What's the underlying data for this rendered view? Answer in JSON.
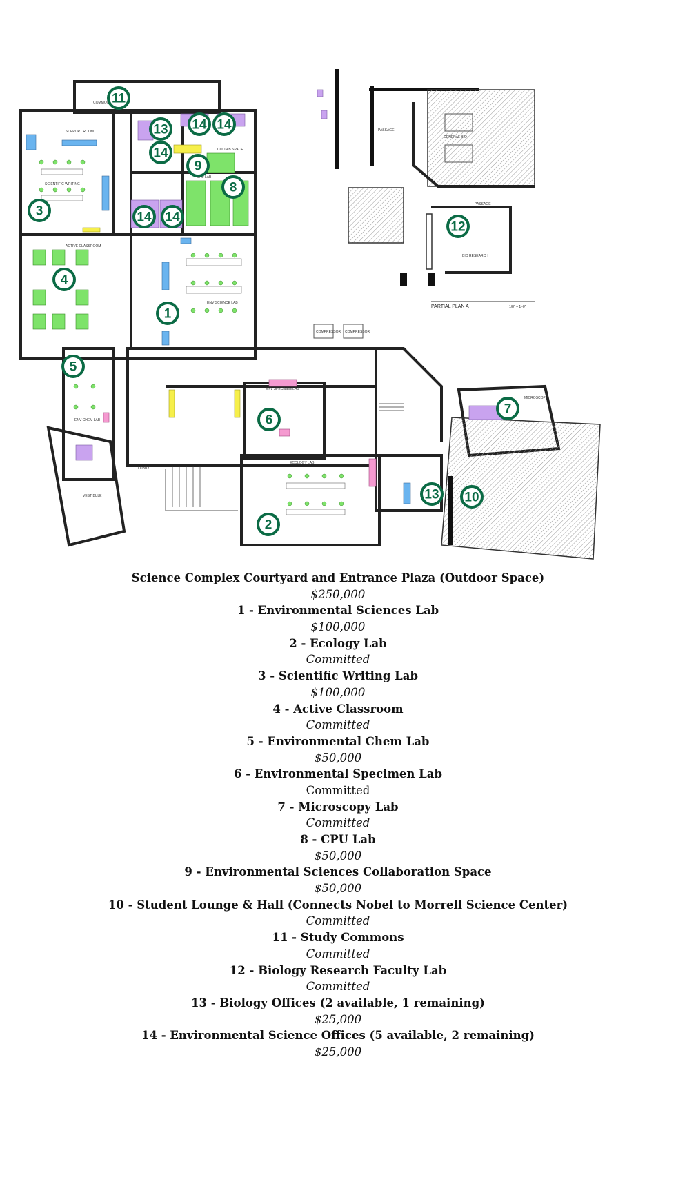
{
  "plan": {
    "partial_plan_label": "PARTIAL PLAN A",
    "scale_label": "1/8\" = 1'-0\"",
    "room_labels": [
      "PASSAGE",
      "GENERAL BIO",
      "PASSAGE",
      "BIO RESEARCH",
      "COMMONS",
      "SUPPORT ROOM",
      "SCIENTIFIC WRITING",
      "ACTIVE CLASSROOM",
      "COLLAB SPACE",
      "CPU LAB",
      "ENV SCIENCE LAB",
      "ENV CHEM LAB",
      "ENV SPECIMEN LAB",
      "ECOLOGY LAB",
      "LOBBY",
      "VESTIBULE",
      "MICROSCOPY",
      "COMPRESSOR",
      "COMPRESSOR"
    ],
    "markers": [
      "11",
      "13",
      "14",
      "14",
      "14",
      "9",
      "8",
      "14",
      "14",
      "3",
      "4",
      "1",
      "5",
      "6",
      "7",
      "12",
      "13",
      "10",
      "2"
    ],
    "colors": {
      "marker": "#0b6b45",
      "furniture_green": "#7ee36a",
      "furniture_purple": "#c9a3ef",
      "furniture_blue": "#6ab4ef",
      "furniture_pink": "#f59ad0"
    }
  },
  "items": [
    {
      "title": "Science Complex Courtyard and Entrance Plaza (Outdoor Space)",
      "status": "$250,000"
    },
    {
      "title": "1 - Environmental Sciences Lab",
      "status": "$100,000"
    },
    {
      "title": "2 - Ecology Lab",
      "status": "Committed"
    },
    {
      "title": "3 - Scientific Writing Lab",
      "status": "$100,000"
    },
    {
      "title": "4 - Active Classroom",
      "status": "Committed"
    },
    {
      "title": "5 - Environmental Chem Lab",
      "status": "$50,000"
    },
    {
      "title": "6 - Environmental Specimen Lab",
      "status": "Committed"
    },
    {
      "title": "7 - Microscopy Lab",
      "status": "Committed"
    },
    {
      "title": "8 - CPU Lab",
      "status": "$50,000"
    },
    {
      "title": "9 - Environmental Sciences Collaboration Space",
      "status": "$50,000"
    },
    {
      "title": "10 - Student Lounge & Hall (Connects Nobel to Morrell Science Center)",
      "status": "Committed"
    },
    {
      "title": "11 - Study Commons",
      "status": "Committed"
    },
    {
      "title": "12 - Biology Research Faculty Lab",
      "status": "Committed"
    },
    {
      "title": "13 - Biology Offices (2 available, 1 remaining)",
      "status": "$25,000"
    },
    {
      "title": "14 - Environmental Science Offices (5 available, 2 remaining)",
      "status": "$25,000"
    }
  ]
}
